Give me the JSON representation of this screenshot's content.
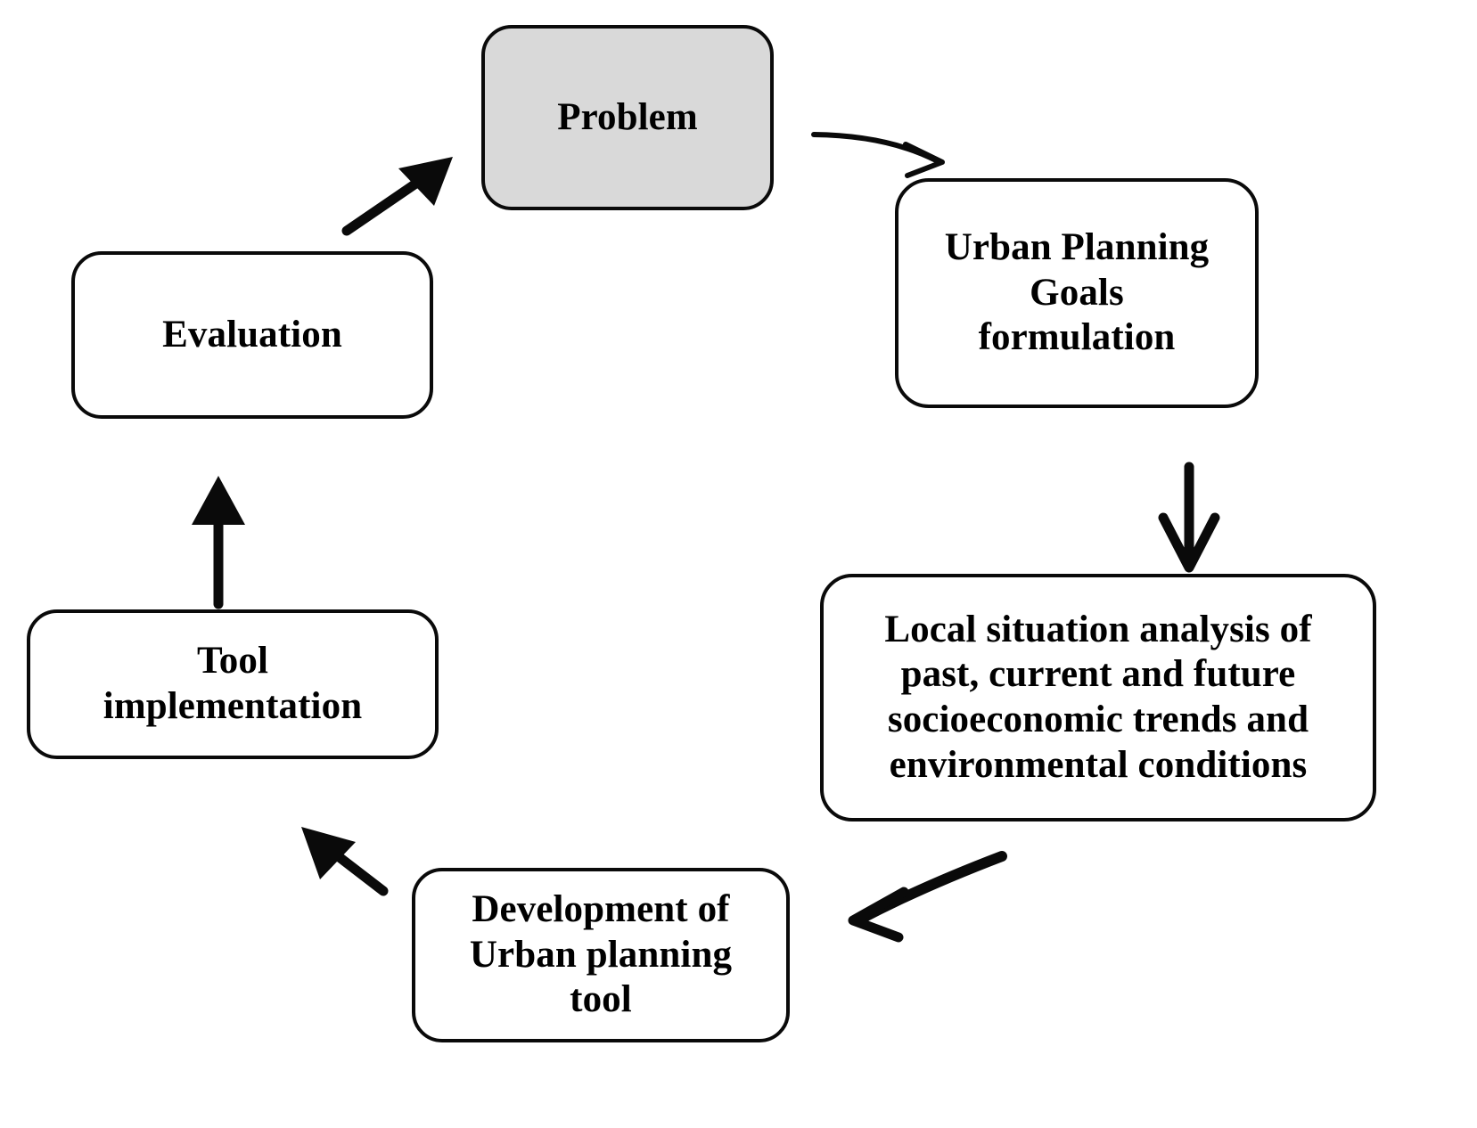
{
  "diagram": {
    "title": "Urban planning cyclic process flowchart",
    "background_color": "#ffffff",
    "stroke_color": "#0a0a0a",
    "highlight_fill": "#d9d9d9",
    "default_fill": "#ffffff",
    "nodes": [
      {
        "id": "problem",
        "label": "Problem",
        "fill": "#d9d9d9"
      },
      {
        "id": "goals",
        "label": "Urban Planning\nGoals\nformulation",
        "fill": "#ffffff"
      },
      {
        "id": "analysis",
        "label": "Local situation analysis of\npast, current and future\nsocioeconomic trends and\nenvironmental conditions",
        "fill": "#ffffff"
      },
      {
        "id": "development",
        "label": "Development of\nUrban planning\ntool",
        "fill": "#ffffff"
      },
      {
        "id": "tool",
        "label": "Tool\nimplementation",
        "fill": "#ffffff"
      },
      {
        "id": "evaluation",
        "label": "Evaluation",
        "fill": "#ffffff"
      }
    ],
    "edges": [
      {
        "id": "problem-to-goals",
        "from": "problem",
        "to": "goals",
        "style": "curved-thin",
        "head": "open"
      },
      {
        "id": "goals-to-analysis",
        "from": "goals",
        "to": "analysis",
        "style": "straight",
        "head": "open"
      },
      {
        "id": "analysis-to-development",
        "from": "analysis",
        "to": "development",
        "style": "curved-thick",
        "head": "open"
      },
      {
        "id": "development-to-tool",
        "from": "development",
        "to": "tool",
        "style": "straight",
        "head": "solid"
      },
      {
        "id": "tool-to-evaluation",
        "from": "tool",
        "to": "evaluation",
        "style": "straight",
        "head": "solid"
      },
      {
        "id": "evaluation-to-problem",
        "from": "evaluation",
        "to": "problem",
        "style": "straight",
        "head": "solid"
      }
    ]
  }
}
